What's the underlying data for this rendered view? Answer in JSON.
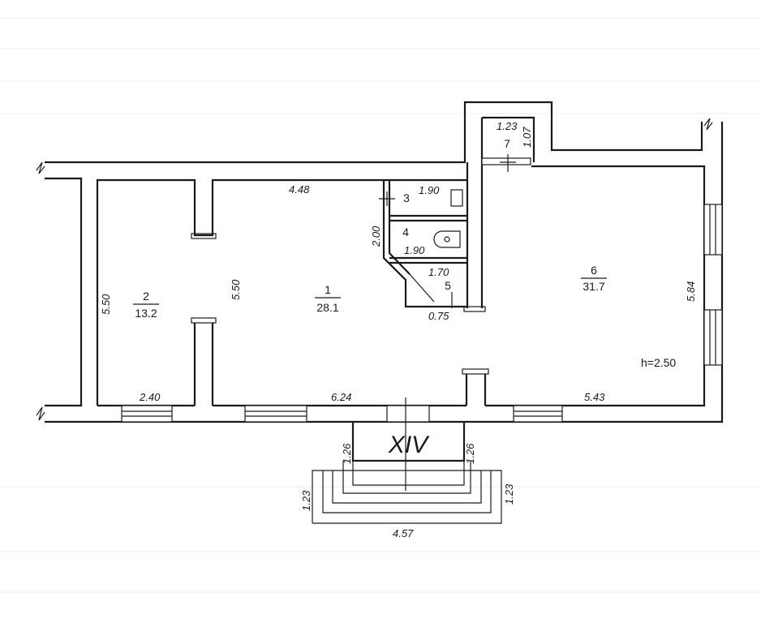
{
  "floor_plan": {
    "section_label": "XIV",
    "ceiling_height": "h=2.50",
    "rooms": [
      {
        "number": "1",
        "area": "28.1"
      },
      {
        "number": "2",
        "area": "13.2"
      },
      {
        "number": "3",
        "area": ""
      },
      {
        "number": "4",
        "area": ""
      },
      {
        "number": "5",
        "area": ""
      },
      {
        "number": "6",
        "area": "31.7"
      },
      {
        "number": "7",
        "area": ""
      }
    ],
    "dimensions": {
      "room1_top": "4.48",
      "room1_left": "5.50",
      "room1_bottom": "6.24",
      "room2_left": "5.50",
      "room2_bottom": "2.40",
      "room3_width": "1.90",
      "room4_width": "1.90",
      "room34_height": "2.00",
      "room5_top": "1.70",
      "room5_side": "0.75",
      "room6_right": "5.84",
      "room6_bottom": "5.43",
      "room7_width": "1.23",
      "room7_height": "1.07",
      "porch_left": "1.26",
      "porch_right": "1.26",
      "stairs_left": "1.23",
      "stairs_right": "1.23",
      "stairs_width": "4.57"
    }
  }
}
